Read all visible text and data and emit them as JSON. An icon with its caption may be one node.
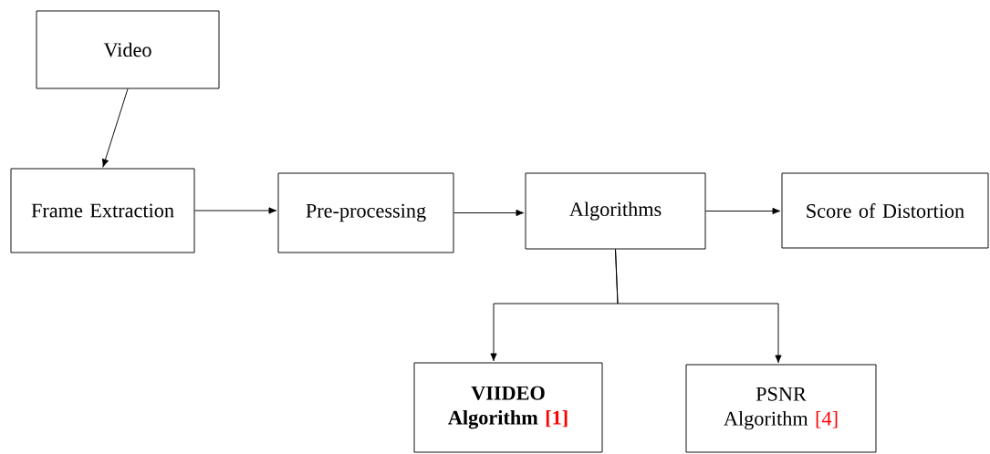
{
  "diagram": {
    "nodes": [
      {
        "text": [
          "Video"
        ]
      },
      {
        "text": [
          "Frame Extraction"
        ]
      },
      {
        "text": [
          "Pre-processing"
        ]
      },
      {
        "text": [
          "Algorithms"
        ]
      },
      {
        "text": [
          "Score of Distortion"
        ]
      },
      {
        "text": [
          "VIIDEO Algorithm",
          "[1]"
        ]
      },
      {
        "text": [
          "PSNR Algorithm",
          "[4]"
        ]
      }
    ],
    "edges": [
      {
        "from": 0,
        "to": 1,
        "arrow": "to"
      },
      {
        "from": 1,
        "to": 2,
        "arrow": "to"
      },
      {
        "from": 2,
        "to": 3,
        "arrow": "to"
      },
      {
        "from": 3,
        "to": 4,
        "arrow": "to"
      },
      {
        "from": 3,
        "to": 5,
        "arrow": "to"
      },
      {
        "from": 3,
        "to": 6,
        "arrow": "to"
      }
    ]
  }
}
